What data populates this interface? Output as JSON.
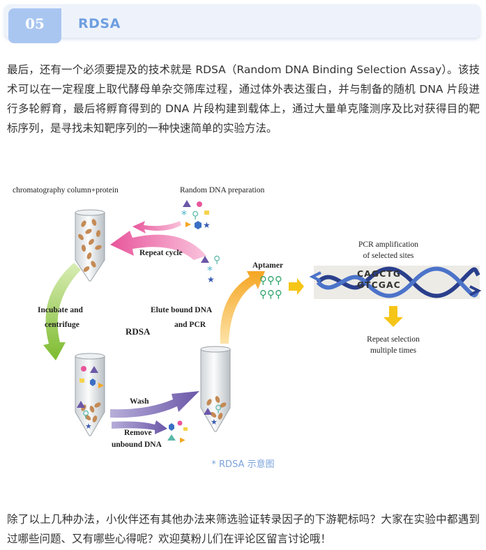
{
  "header": {
    "number": "05",
    "title": "RDSA"
  },
  "paragraph1": "最后，还有一个必须要提及的技术就是 RDSA（Random DNA Binding Selection Assay）。该技术可以在一定程度上取代酵母单杂交筛库过程，通过体外表达蛋白，并与制备的随机 DNA 片段进行多轮孵育，最后将孵育得到的 DNA 片段构建到载体上，通过大量单克隆测序及比对获得目的靶标序列，是寻找未知靶序列的一种快速简单的实验方法。",
  "figure": {
    "label_column": "chromatography column+protein",
    "label_random": "Random DNA preparation",
    "label_repeat_cycle": "Repeat cycle",
    "label_incubate": "Incubate and",
    "label_centrifuge": "centrifuge",
    "label_rdsa": "RDSA",
    "label_elute": "Elute bound DNA",
    "label_pcr": "and PCR",
    "label_aptamer": "Aptamer",
    "label_pcr_amp1": "PCR amplification",
    "label_pcr_amp2": "of selected sites",
    "seq_top": "CAGCTG",
    "seq_bottom": "GTCGAC",
    "label_repeat_sel1": "Repeat selection",
    "label_repeat_sel2": "multiple times",
    "label_wash": "Wash",
    "label_remove": "Remove",
    "label_unbound": "unbound DNA",
    "colors": {
      "pink": "#e8559b",
      "green": "#8cc63f",
      "orange": "#f5a623",
      "purple": "#6b57a8",
      "teal": "#5bb8a8"
    }
  },
  "caption": "* RDSA 示意图",
  "paragraph2": "除了以上几种办法，小伙伴还有其他办法来筛选验证转录因子的下游靶标吗？大家在实验中都遇到过哪些问题、又有哪些心得呢？欢迎莫粉儿们在评论区留言讨论哦！"
}
